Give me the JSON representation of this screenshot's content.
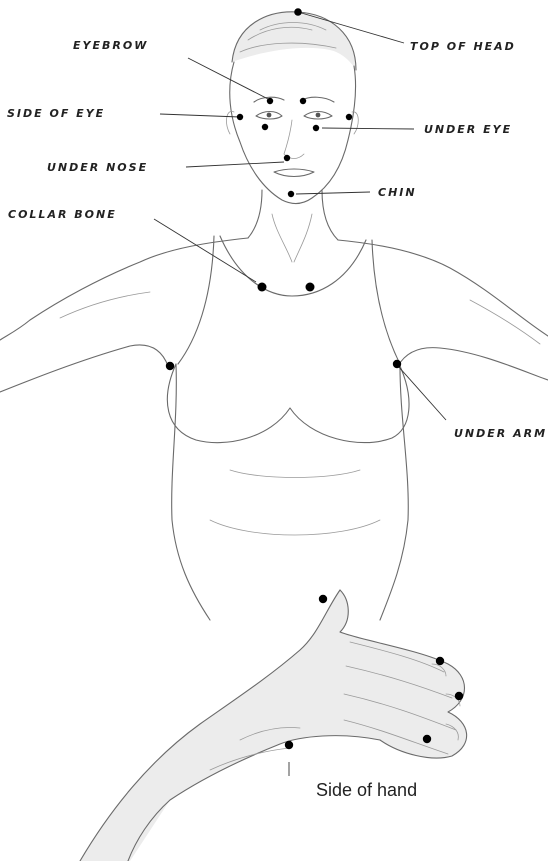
{
  "diagram": {
    "labels": {
      "top_of_head": "TOP OF HEAD",
      "eyebrow": "EYEBROW",
      "side_of_eye": "SIDE OF EYE",
      "under_eye": "UNDER EYE",
      "under_nose": "UNDER NOSE",
      "chin": "CHIN",
      "collar_bone": "COLLAR BONE",
      "under_arm": "UNDER ARM",
      "side_of_hand": "Side of hand"
    },
    "colors": {
      "point": "#000000",
      "line": "#333333",
      "sketch": "#6a6a6a"
    }
  }
}
